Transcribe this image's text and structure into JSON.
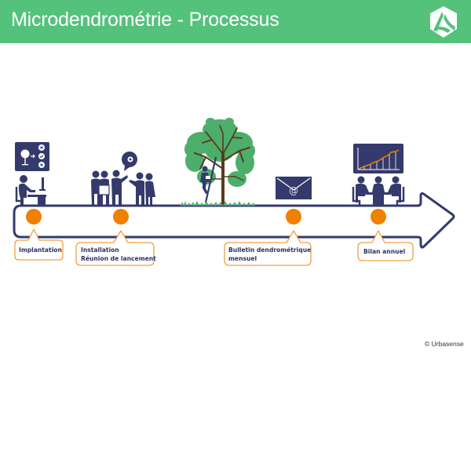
{
  "header": {
    "title": "Microdendrométrie - Processus",
    "logo": "urbasense-logo-icon"
  },
  "colors": {
    "header_green": "#55c27b",
    "navy": "#343a6b",
    "orange": "#f08000",
    "leaf_green": "#4cae6a",
    "trunk_brown": "#5a3a1e"
  },
  "timeline": {
    "steps": [
      {
        "id": "implantation",
        "lines": [
          "Implantation"
        ],
        "icon": "person-at-desk-with-board-icon"
      },
      {
        "id": "installation",
        "lines": [
          "Installation",
          "Réunion de lancement"
        ],
        "icon": "group-meeting-icon"
      },
      {
        "id": "tree",
        "lines": [],
        "icon": "tree-with-climber-icon"
      },
      {
        "id": "bulletin",
        "lines": [
          "Bulletin dendrométrique",
          "mensuel"
        ],
        "icon": "envelope-at-icon"
      },
      {
        "id": "bilan",
        "lines": [
          "Bilan annuel"
        ],
        "icon": "meeting-table-chart-icon"
      }
    ]
  },
  "footer": {
    "copyright": "© Urbasense"
  }
}
